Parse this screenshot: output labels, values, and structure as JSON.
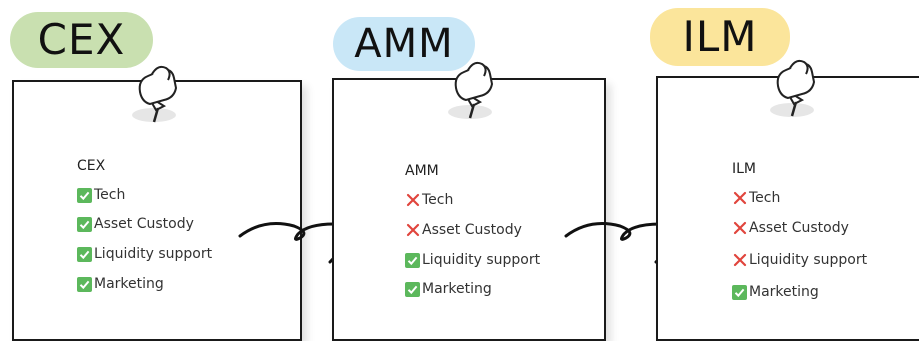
{
  "panels": [
    {
      "pill_label": "CEX",
      "pill_color": "#c9e0b0",
      "title": "CEX",
      "items": [
        {
          "label": "Tech",
          "status": "check"
        },
        {
          "label": "Asset Custody",
          "status": "check"
        },
        {
          "label": "Liquidity support",
          "status": "check"
        },
        {
          "label": "Marketing",
          "status": "check"
        }
      ]
    },
    {
      "pill_label": "AMM",
      "pill_color": "#c9e7f7",
      "title": "AMM",
      "items": [
        {
          "label": "Tech",
          "status": "cross"
        },
        {
          "label": "Asset Custody",
          "status": "cross"
        },
        {
          "label": "Liquidity support",
          "status": "check"
        },
        {
          "label": "Marketing",
          "status": "check"
        }
      ]
    },
    {
      "pill_label": "ILM",
      "pill_color": "#fbe59b",
      "title": "ILM",
      "items": [
        {
          "label": "Tech",
          "status": "cross"
        },
        {
          "label": "Asset Custody",
          "status": "cross"
        },
        {
          "label": "Liquidity support",
          "status": "cross"
        },
        {
          "label": "Marketing",
          "status": "check"
        }
      ]
    }
  ],
  "colors": {
    "check": "#5cb85c",
    "cross": "#e0453d",
    "border": "#1a1a1a"
  },
  "icons": {
    "pin": "push-pin-icon",
    "check": "check-box-icon",
    "cross": "x-mark-icon",
    "arrow": "hand-drawn-arrow"
  }
}
